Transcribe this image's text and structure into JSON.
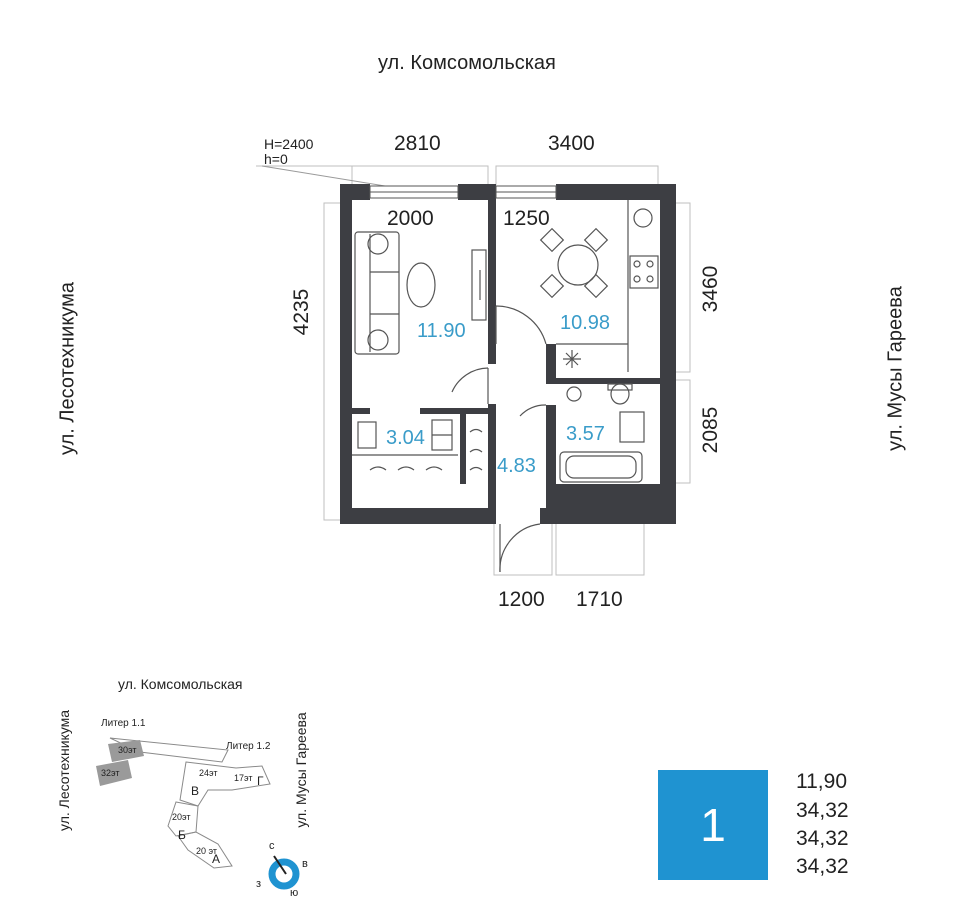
{
  "plan": {
    "streets": {
      "top": "ул. Комсомольская",
      "left": "ул. Лесотехникума",
      "right": "ул. Мусы Гареева"
    },
    "height_note": {
      "line1": "H=2400",
      "line2": "h=0"
    },
    "dimensions": {
      "top_left": "2810",
      "top_right": "3400",
      "inner_left": "2000",
      "inner_right": "1250",
      "left_side": "4235",
      "right_upper": "3460",
      "right_lower": "2085",
      "bottom_left": "1200",
      "bottom_right": "1710"
    },
    "rooms": {
      "living": "11.90",
      "kitchen": "10.98",
      "wardrobe": "3.04",
      "hall": "4.83",
      "bathroom": "3.57"
    }
  },
  "site": {
    "streets": {
      "top": "ул. Комсомольская",
      "left": "ул. Лесотехникума",
      "right": "ул. Мусы Гареева"
    },
    "liter_1_1": "Литер 1.1",
    "liter_1_2": "Литер 1.2",
    "floors": {
      "f30": "30эт",
      "f32": "32эт",
      "f24": "24эт",
      "f17": "17эт",
      "f20a": "20эт",
      "f20b": "20 эт"
    },
    "sections": {
      "v": "В",
      "g": "Г",
      "b": "Б",
      "a": "А"
    },
    "compass": {
      "n": "с",
      "e": "в",
      "w": "з",
      "s": "ю"
    }
  },
  "summary": {
    "rooms_count": "1",
    "values": [
      "11,90",
      "34,32",
      "34,32",
      "34,32"
    ]
  }
}
